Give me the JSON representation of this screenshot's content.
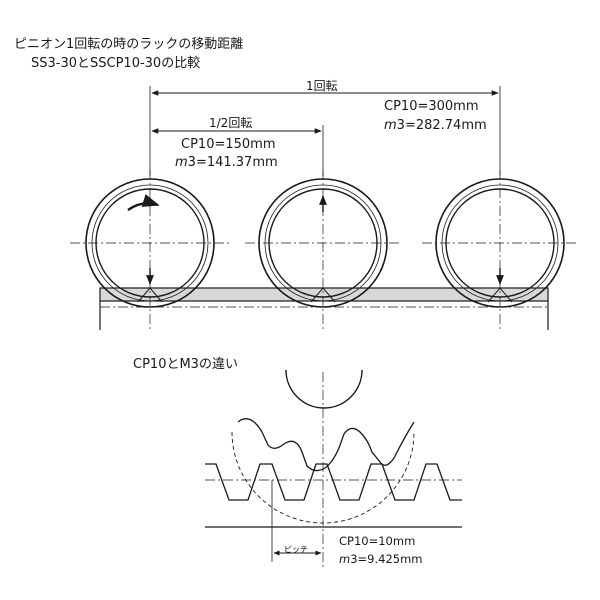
{
  "title_line1": "ピニオン1回転の時のラックの移動距離",
  "title_line2": "SS3-30とSSCP10-30の比較",
  "top_diagram": {
    "dim_full_label": "1回転",
    "dim_half_label": "1/2回転",
    "full_cp_value": "CP10=300mm",
    "full_m_letter": "m",
    "full_m_value": "3=282.74mm",
    "half_cp_value": "CP10=150mm",
    "half_m_letter": "m",
    "half_m_value": "3=141.37mm"
  },
  "bottom_diagram": {
    "title": "CP10とM3の違い",
    "pitch_label": "ピッチ",
    "cp_value": "CP10=10mm",
    "m_letter": "m",
    "m_value": "3=9.425mm"
  },
  "colors": {
    "line": "#1a1a1a",
    "rack_shade": "#d8d8d8",
    "background": "#ffffff"
  }
}
